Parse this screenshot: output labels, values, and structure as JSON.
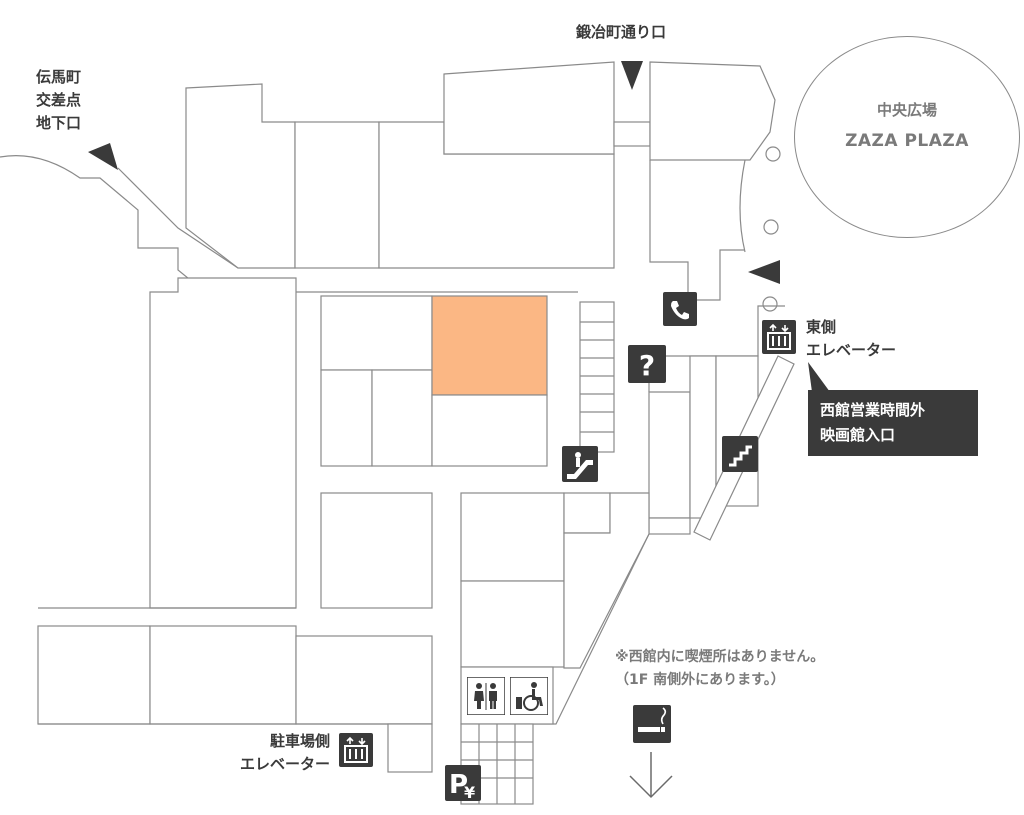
{
  "entrances": {
    "denmacho": "伝馬町\n交差点\n地下口",
    "kajimachi": "鍛冶町通り口"
  },
  "plaza": {
    "name_ja": "中央広場",
    "name_en": "ZAZA PLAZA"
  },
  "east_elevator": {
    "label": "東側\nエレベーター"
  },
  "callout": {
    "text": "西館営業時間外\n映画館入口"
  },
  "parking_elevator": {
    "label": "駐車場側\nエレベーター"
  },
  "smoking_note": {
    "text": "※西館内に喫煙所はありません。\n（1F 南側外にあります。）"
  },
  "highlighted_store": {
    "color": "#fbb784"
  },
  "colors": {
    "wall": "#8a8a8a",
    "icon_bg": "#3a3a3a",
    "callout_bg": "#3a3a3a",
    "highlight": "#fbb784"
  },
  "icons": [
    "telephone-icon",
    "information-icon",
    "escalator-icon",
    "stairs-icon",
    "elevator-icon",
    "restroom-icon",
    "accessible-restroom-icon",
    "smoking-area-icon",
    "parking-fee-icon",
    "entrance-arrow-icon"
  ]
}
